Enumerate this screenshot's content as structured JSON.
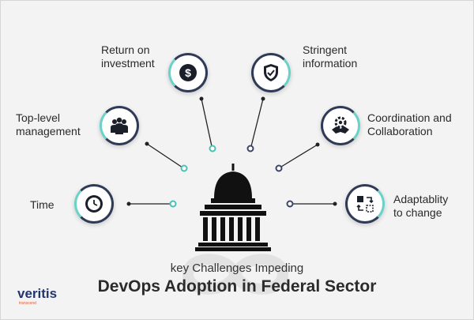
{
  "challenges": {
    "time": "Time",
    "top_level_1": "Top-level",
    "top_level_2": "management",
    "roi_1": "Return on",
    "roi_2": "investment",
    "stringent_1": "Stringent",
    "stringent_2": "information",
    "coord_1": "Coordination and",
    "coord_2": "Collaboration",
    "adapt_1": "Adaptablity",
    "adapt_2": "to change"
  },
  "title": {
    "sub": "key Challenges Impeding",
    "main": "DevOps Adoption in Federal Sector"
  },
  "brand": {
    "name": "veritis",
    "tagline": "transcend"
  },
  "icons": {
    "time": "clock-icon",
    "top_level": "team-icon",
    "roi": "dollar-coin-icon",
    "stringent": "shield-check-icon",
    "coordination": "handshake-gear-icon",
    "adaptability": "transform-arrows-icon",
    "center": "capitol-building-icon"
  },
  "colors": {
    "navy": "#2f3a56",
    "teal": "#6ad2c8",
    "background": "#f3f3f3",
    "brand": "#24356e"
  }
}
